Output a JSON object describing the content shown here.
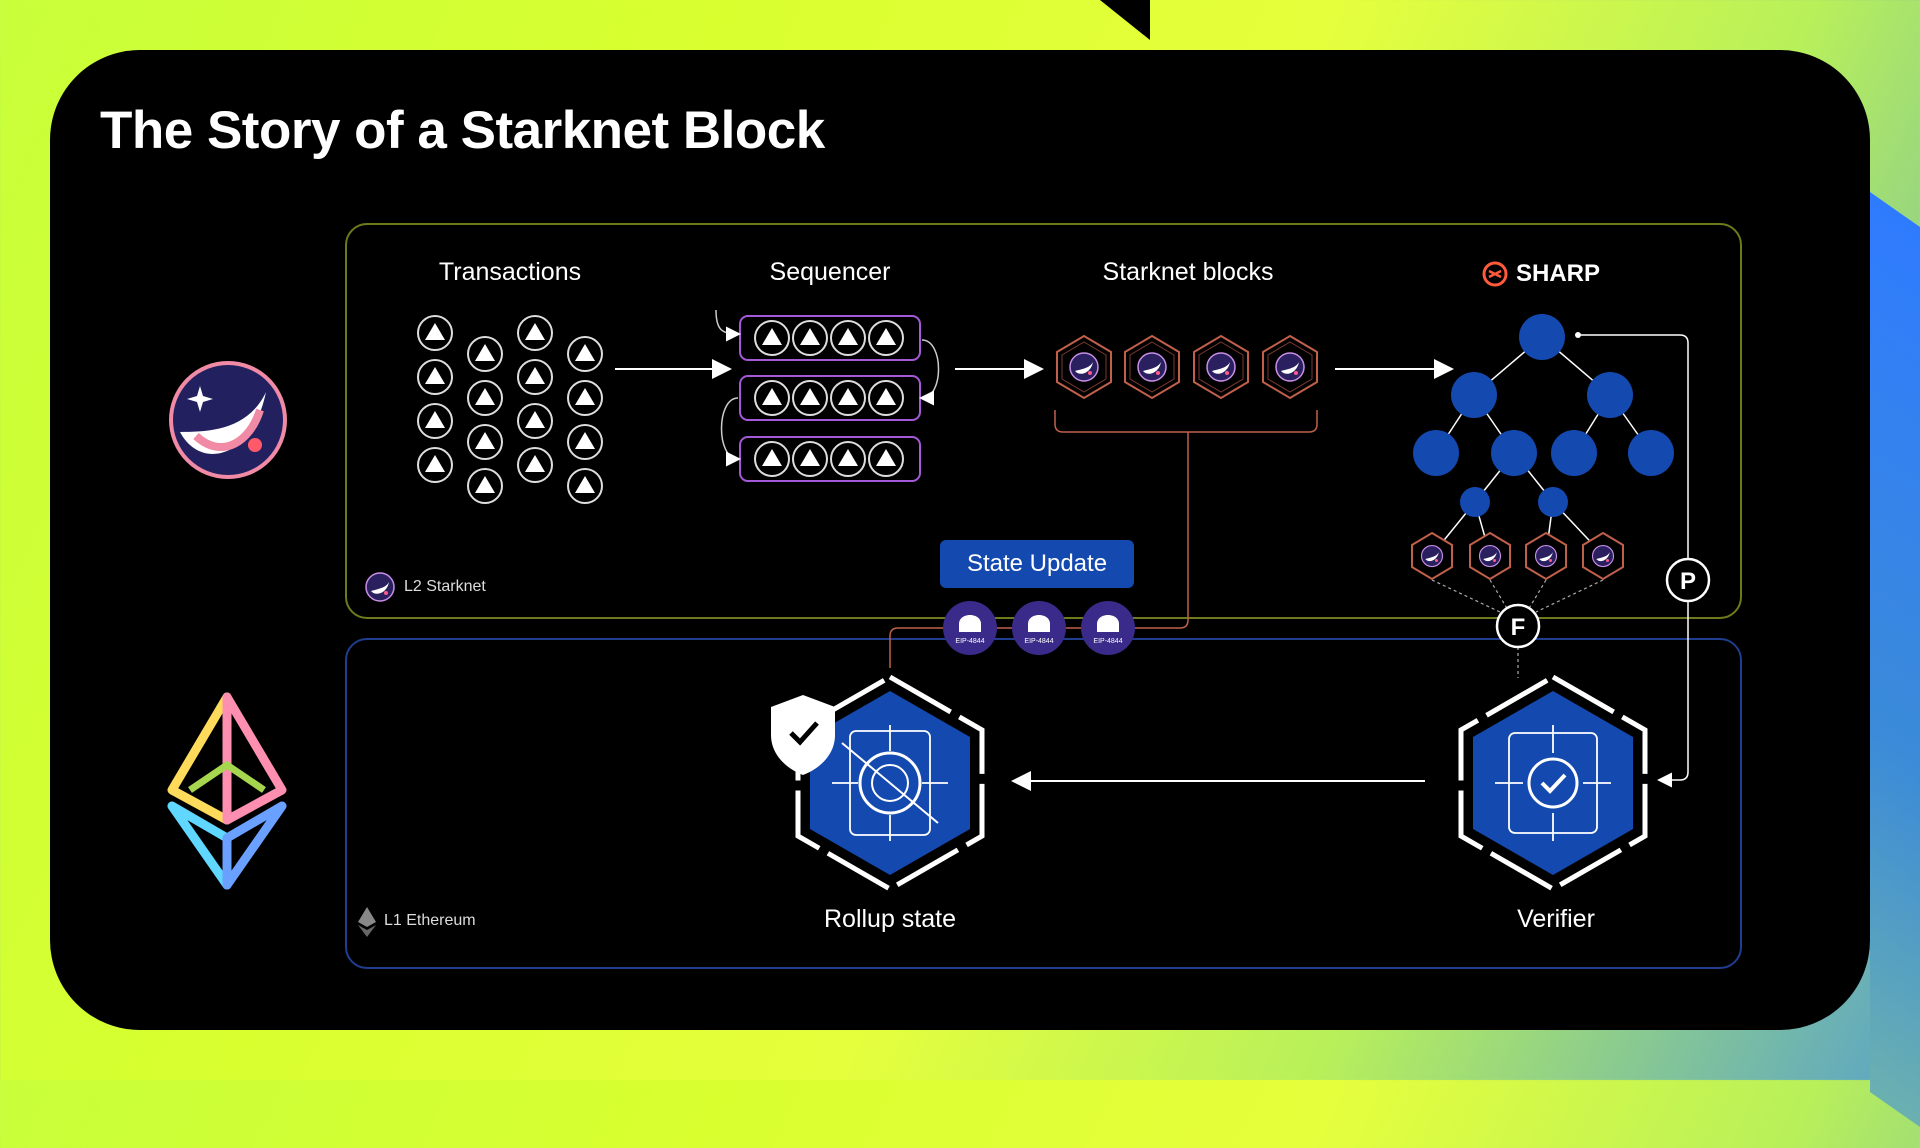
{
  "title": "The Story of a Starknet Block",
  "stages": {
    "transactions": "Transactions",
    "sequencer": "Sequencer",
    "blocks": "Starknet blocks",
    "sharp": "SHARP"
  },
  "layers": {
    "l2": "L2 Starknet",
    "l1": "L1 Ethereum"
  },
  "state_update": "State Update",
  "blob_label": "EIP-4844",
  "nodes": {
    "fact": "F",
    "proof": "P"
  },
  "l1_items": {
    "rollup_state": "Rollup state",
    "verifier": "Verifier"
  },
  "colors": {
    "accent_blue": "#1449b0",
    "l2_border": "#6f7a1c",
    "l1_border": "#1f3e8f",
    "sequencer_border": "#a45ad8",
    "block_border": "#c0604a"
  }
}
